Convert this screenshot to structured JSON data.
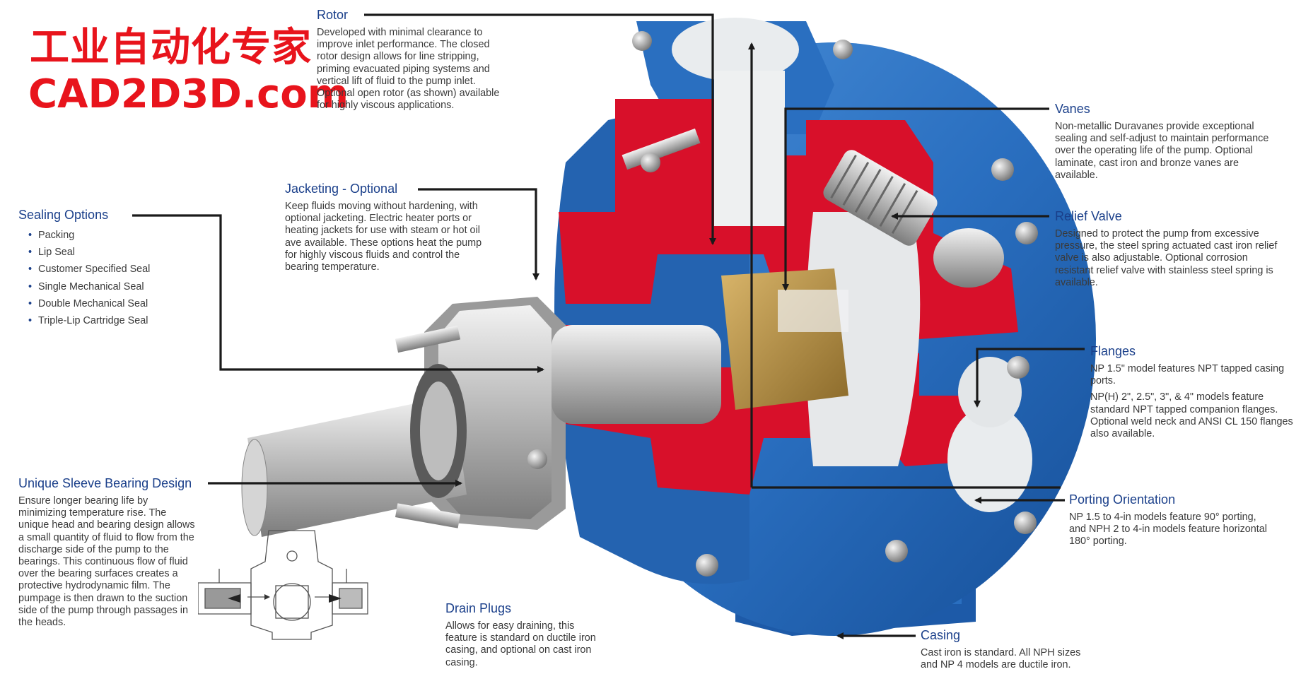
{
  "watermark": {
    "line1": "工业自动化专家",
    "line2": "CAD2D3D.com"
  },
  "callouts": {
    "rotor": {
      "title": "Rotor",
      "body": "Developed with minimal clearance to improve inlet performance. The closed rotor design allows for line stripping, priming evacuated piping systems and vertical lift of fluid to the pump inlet. Optional open rotor (as shown) available for highly viscous applications."
    },
    "jacketing": {
      "title": "Jacketing - Optional",
      "body": "Keep fluids moving without hardening, with optional jacketing. Electric heater ports or heating jackets for use with steam or hot oil ave available. These options heat the pump for highly viscous fluids and control the bearing temperature."
    },
    "sealing": {
      "title": "Sealing Options",
      "items": [
        "Packing",
        "Lip Seal",
        "Customer Specified Seal",
        "Single Mechanical Seal",
        "Double Mechanical Seal",
        "Triple-Lip Cartridge Seal"
      ]
    },
    "bearing": {
      "title": "Unique Sleeve Bearing Design",
      "body": "Ensure longer bearing life by minimizing temperature rise. The unique head and bearing design allows a small quantity of fluid to flow from the discharge side of the pump to the bearings. This continuous flow of fluid over the bearing surfaces creates a protective hydrodynamic film. The pumpage is then drawn to the suction side of the pump through passages in the heads."
    },
    "drain": {
      "title": "Drain Plugs",
      "body": "Allows for easy draining, this feature is standard on ductile iron casing, and optional on cast iron casing."
    },
    "vanes": {
      "title": "Vanes",
      "body": "Non-metallic Duravanes provide exceptional sealing and self-adjust to maintain performance over the operating life of the pump. Optional laminate, cast iron and bronze vanes are available."
    },
    "relief": {
      "title": "Relief Valve",
      "body": "Designed to protect the pump from excessive pressure, the steel spring actuated cast iron relief valve is also adjustable. Optional corrosion resistant relief valve with stainless steel spring is available."
    },
    "flanges": {
      "title": "Flanges",
      "body1": "NP 1.5\" model features NPT tapped casing ports.",
      "body2": "NP(H) 2\", 2.5\", 3\", & 4\" models feature standard NPT tapped companion flanges. Optional weld neck and ANSI CL 150 flanges also available."
    },
    "porting": {
      "title": "Porting Orientation",
      "body": "NP 1.5 to 4-in models feature 90° porting, and NPH 2 to 4-in models feature horizontal 180° porting."
    },
    "casing": {
      "title": "Casing",
      "body": "Cast iron is standard. All NPH sizes and NP 4 models are ductile iron."
    }
  },
  "colors": {
    "title_blue": "#1a3f8a",
    "pump_blue": "#2a6fc0",
    "cutaway_red": "#d8102a",
    "watermark_red": "#e8141c"
  }
}
